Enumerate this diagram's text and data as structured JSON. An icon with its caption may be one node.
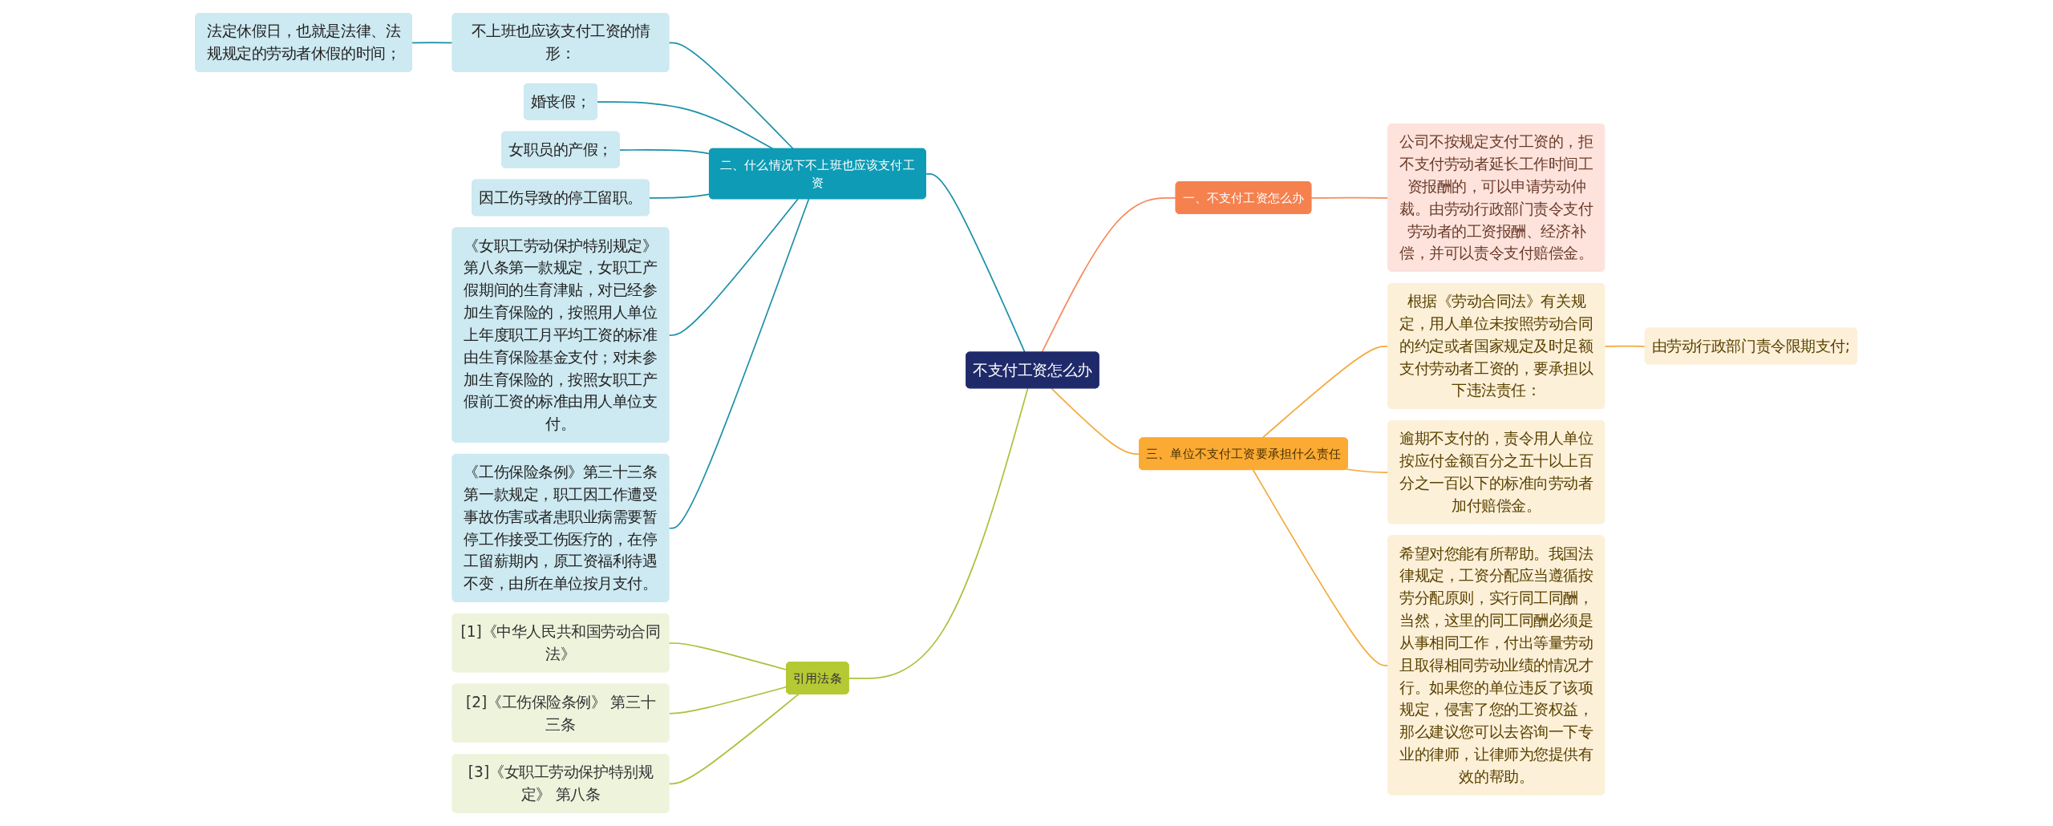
{
  "diagram": {
    "nodes": [
      {
        "text": [
          "不支付工资怎么办"
        ]
      },
      {
        "text": [
          "二、什么情况下不上班也应该支付工资"
        ]
      },
      {
        "text": [
          "不上班也应该支付工资的情形："
        ]
      },
      {
        "text": [
          "法定休假日，也就是法律、法规规定的劳动者休假的时间；"
        ]
      },
      {
        "text": [
          "婚丧假；"
        ]
      },
      {
        "text": [
          "女职员的产假；"
        ]
      },
      {
        "text": [
          "因工伤导致的停工留职。"
        ]
      },
      {
        "text": [
          "《女职工劳动保护特别规定》第八条第一款规定，女职工产假期间的生育津贴，对已经参加生育保险的，按照用人单位上年度职工月平均工资的标准由生育保险基金支付；对未参加生育保险的，按照女职工产假前工资的标准由用人单位支付。"
        ]
      },
      {
        "text": [
          "《工伤保险条例》第三十三条第一款规定，职工因工作遭受事故伤害或者患职业病需要暂停工作接受工伤医疗的，在停工留薪期内，原工资福利待遇不变，由所在单位按月支付。"
        ]
      },
      {
        "text": [
          "引用法条"
        ]
      },
      {
        "text": [
          "[1]《中华人民共和国劳动合同法》"
        ]
      },
      {
        "text": [
          "[2]《工伤保险条例》 第三十三条"
        ]
      },
      {
        "text": [
          "[3]《女职工劳动保护特别规定》 第八条"
        ]
      },
      {
        "text": [
          "一、不支付工资怎么办"
        ]
      },
      {
        "text": [
          "公司不按规定支付工资的，拒不支付劳动者延长工作时间工资报酬的，可以申请劳动仲裁。由劳动行政部门责令支付劳动者的工资报酬、经济补偿，并可以责令支付赔偿金。"
        ]
      },
      {
        "text": [
          "三、单位不支付工资要承担什么责任"
        ]
      },
      {
        "text": [
          "根据《劳动合同法》有关规定，用人单位未按照劳动合同的约定或者国家规定及时足额支付劳动者工资的，要承担以下违法责任："
        ]
      },
      {
        "text": [
          "由劳动行政部门责令限期支付;"
        ]
      },
      {
        "text": [
          "逾期不支付的，责令用人单位按应付金额百分之五十以上百分之一百以下的标准向劳动者加付赔偿金。"
        ]
      },
      {
        "text": [
          "希望对您能有所帮助。我国法律规定，工资分配应当遵循按劳分配原则，实行同工同酬，当然，这里的同工同酬必须是从事相同工作，付出等量劳动且取得相同劳动业绩的情况才行。如果您的单位违反了该项规定，侵害了您的工资权益，那么建议您可以去咨询一下专业的律师，让律师为您提供有效的帮助。"
        ]
      }
    ],
    "edges": [
      {
        "from": 0,
        "to": 1,
        "arrow": "none"
      },
      {
        "from": 1,
        "to": 2,
        "arrow": "none"
      },
      {
        "from": 2,
        "to": 3,
        "arrow": "none"
      },
      {
        "from": 1,
        "to": 4,
        "arrow": "none"
      },
      {
        "from": 1,
        "to": 5,
        "arrow": "none"
      },
      {
        "from": 1,
        "to": 6,
        "arrow": "none"
      },
      {
        "from": 1,
        "to": 7,
        "arrow": "none"
      },
      {
        "from": 1,
        "to": 8,
        "arrow": "none"
      },
      {
        "from": 0,
        "to": 9,
        "arrow": "none",
        "color": "#a9c23a"
      },
      {
        "from": 9,
        "to": 10,
        "arrow": "none",
        "color": "#a9c23a"
      },
      {
        "from": 9,
        "to": 11,
        "arrow": "none",
        "color": "#a9c23a"
      },
      {
        "from": 9,
        "to": 12,
        "arrow": "none",
        "color": "#a9c23a"
      },
      {
        "from": 0,
        "to": 13,
        "arrow": "none",
        "color": "#f58a5c"
      },
      {
        "from": 13,
        "to": 14,
        "arrow": "none",
        "color": "#f58a5c"
      },
      {
        "from": 0,
        "to": 15,
        "arrow": "none",
        "color": "#f5a93a"
      },
      {
        "from": 15,
        "to": 16,
        "arrow": "none",
        "color": "#f5a93a"
      },
      {
        "from": 16,
        "to": 17,
        "arrow": "none",
        "color": "#f5a93a"
      },
      {
        "from": 15,
        "to": 18,
        "arrow": "none",
        "color": "#f5a93a"
      },
      {
        "from": 15,
        "to": 19,
        "arrow": "none",
        "color": "#f5a93a"
      }
    ]
  }
}
